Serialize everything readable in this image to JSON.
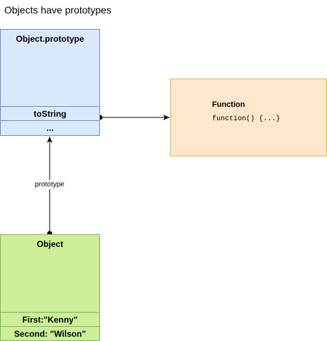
{
  "title": "Objects have prototypes",
  "colors": {
    "proto_fill": "#dae8fc",
    "proto_stroke": "#6c8ebf",
    "func_fill": "#ffe6cc",
    "func_stroke": "#d6b656",
    "obj_fill": "#cdef9a",
    "obj_stroke": "#82b366",
    "edge": "#000000"
  },
  "prototype_box": {
    "title": "Object.prototype",
    "rows": [
      "toString",
      "..."
    ]
  },
  "function_box": {
    "title": "Function",
    "code": "function() {...}"
  },
  "object_box": {
    "title": "Object",
    "rows": [
      "First:\"Kenny\"",
      "Second: \"Wilson\""
    ]
  },
  "edges": {
    "prototype_label": "prototype"
  }
}
